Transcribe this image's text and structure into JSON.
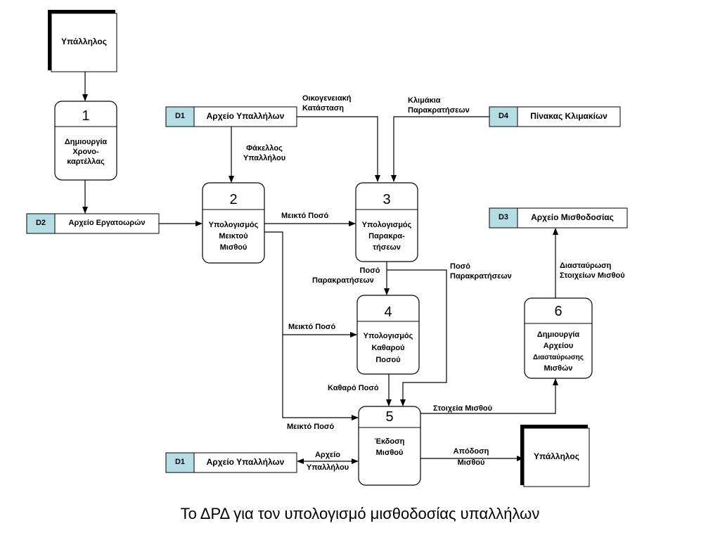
{
  "externals": {
    "top": "Υπάλληλος",
    "bottom": "Υπάλληλος"
  },
  "processes": {
    "p1": {
      "num": "1",
      "line1": "Δημιουργία",
      "line2": "Χρονο-",
      "line3": "καρτέλλας"
    },
    "p2": {
      "num": "2",
      "line1": "Υπολογισμός",
      "line2": "Μεικτού",
      "line3": "Μισθού"
    },
    "p3": {
      "num": "3",
      "line1": "Υπολογισμός",
      "line2": "Παρακρα-",
      "line3": "τήσεων"
    },
    "p4": {
      "num": "4",
      "line1": "Υπολογισμός",
      "line2": "Καθαρού",
      "line3": "Ποσού"
    },
    "p5": {
      "num": "5",
      "line1": "Έκδοση",
      "line2": "Μισθού"
    },
    "p6": {
      "num": "6",
      "line1": "Δημιουργία",
      "line2": "Αρχείου",
      "line3": "Διασταύρωσης",
      "line4": "Μισθών"
    }
  },
  "stores": {
    "d1_top": {
      "id": "D1",
      "name": "Αρχείο Υπαλλήλων"
    },
    "d2": {
      "id": "D2",
      "name": "Αρχείο Εργατοωρών"
    },
    "d3": {
      "id": "D3",
      "name": "Αρχείο Μισθοδοσίας"
    },
    "d4": {
      "id": "D4",
      "name": "Πίνακας Κλιμακίων"
    },
    "d1_bottom": {
      "id": "D1",
      "name": "Αρχείο Υπαλλήλων"
    }
  },
  "flows": {
    "fakellos_1": "Φάκελλος",
    "fakellos_2": "Υπαλλήλου",
    "oikogeneiaki_1": "Οικογενειακή",
    "oikogeneiaki_2": "Κατάσταση",
    "klimakia_1": "Κλιμάκια",
    "klimakia_2": "Παρακρατήσεων",
    "meikto_poso_a": "Μεικτό Ποσό",
    "meikto_poso_b": "Μεικτό Ποσό",
    "meikto_poso_c": "Μεικτό Ποσό",
    "poso_par_left_1": "Ποσό",
    "poso_par_left_2": "Παρακρατήσεων",
    "poso_par_right_1": "Ποσό",
    "poso_par_right_2": "Παρακρατήσεων",
    "katharo_poso": "Καθαρό Ποσό",
    "stoixeia_misthou": "Στοιχεία Μισθού",
    "diastavrosi_1": "Διασταύρωση",
    "diastavrosi_2": "Στοιχείων Μισθού",
    "apodosi_1": "Απόδοση",
    "apodosi_2": "Μισθού",
    "arxeio_ypal_1": "Αρχείο",
    "arxeio_ypal_2": "Υπαλλήλου"
  },
  "caption": "Το ΔΡΔ για τον υπολογισμό μισθοδοσίας υπαλλήλων",
  "colors": {
    "store_id_fill": "#b7dde4",
    "line": "#000000",
    "background": "#ffffff"
  }
}
